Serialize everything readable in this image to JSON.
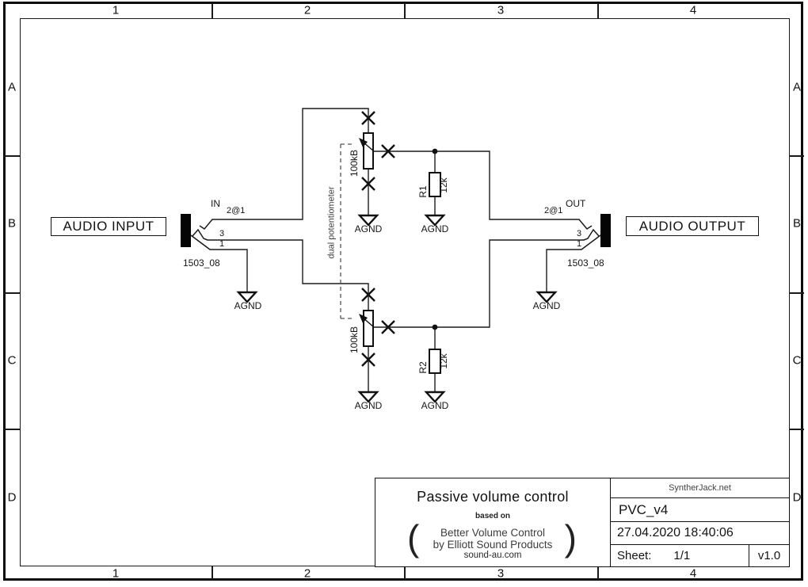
{
  "colors": {
    "ink": "#1a1a1a",
    "paper": "#ffffff"
  },
  "frame": {
    "columns": [
      "1",
      "2",
      "3",
      "4"
    ],
    "rows": [
      "A",
      "B",
      "C",
      "D"
    ]
  },
  "schematic": {
    "input": {
      "box_label": "AUDIO INPUT",
      "port_name": "IN",
      "pin2": "2@1",
      "pin3": "3",
      "pin1": "1",
      "part": "1503_08"
    },
    "output": {
      "box_label": "AUDIO OUTPUT",
      "port_name": "OUT",
      "pin2": "2@1",
      "pin3": "3",
      "pin1": "1",
      "part": "1503_08"
    },
    "pot1_value": "100kB",
    "pot2_value": "100kB",
    "gang_label": "dual potentiometer",
    "r1": {
      "ref": "R1",
      "value": "12k"
    },
    "r2": {
      "ref": "R2",
      "value": "12k"
    },
    "agnd_label": "AGND"
  },
  "title_block": {
    "title": "Passive volume control",
    "based_on": "based on",
    "paren_open": "(",
    "paren_close": ")",
    "source_line1": "Better Volume Control",
    "source_line2": "by Elliott Sound Products",
    "source_site": "sound-au.com",
    "org": "SyntherJack.net",
    "doc_id": "PVC_v4",
    "datetime": "27.04.2020 18:40:06",
    "sheet_label": "Sheet:",
    "sheet_value": "1/1",
    "version": "v1.0"
  }
}
